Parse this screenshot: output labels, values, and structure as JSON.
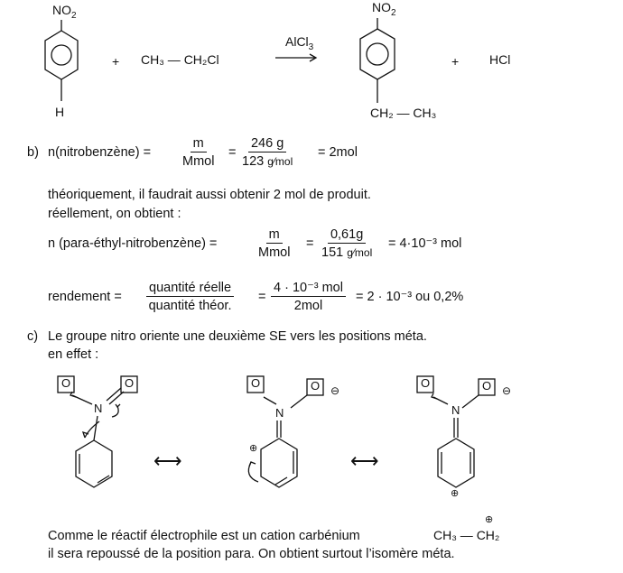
{
  "reaction": {
    "reactant_substituent_top": "NO",
    "reactant_substituent_top_sub": "2",
    "reactant_substituent_bottom": "H",
    "plus1": "+",
    "reagent": "CH₃ — CH₂Cl",
    "catalyst": "AlCl",
    "catalyst_sub": "3",
    "product_substituent_top": "NO",
    "product_substituent_top_sub": "2",
    "product_substituent_bottom": "CH₂ — CH₃",
    "plus2": "+",
    "byproduct": "HCl"
  },
  "part_b": {
    "label": "b)",
    "n_label": "n(nitrobenzène) =",
    "f1_num": "m",
    "f1_den": "Mmol",
    "eq1": "=",
    "f2_num": "246 g",
    "f2_den": "123",
    "f2_den_unit": "g⁄mol",
    "result1": "= 2mol",
    "line1": "théoriquement, il faudrait aussi obtenir 2 mol de produit.",
    "line2": "réellement, on obtient :",
    "n2_label": "n (para-éthyl-nitrobenzène) =",
    "f3_num": "m",
    "f3_den": "Mmol",
    "eq2": "=",
    "f4_num": "0,61g",
    "f4_den": "151",
    "f4_den_unit": "g⁄mol",
    "result2": "= 4·10⁻³ mol",
    "rend_label": "rendement =",
    "f5_num": "quantité réelle",
    "f5_den": "quantité théor.",
    "eq3": "=",
    "f6_num": "4 · 10⁻³ mol",
    "f6_den": "2mol",
    "result3": "= 2 · 10⁻³   ou 0,2%"
  },
  "part_c": {
    "label": "c)",
    "line1": "Le groupe nitro oriente une deuxième SE vers les positions méta.",
    "line2": "en effet :",
    "atom_N": "N",
    "atom_O": "O",
    "minus": "⊖",
    "plus": "⊕",
    "res_arrow": "⟷",
    "concl1": "Comme le réactif électrophile est un cation carbénium",
    "cation": "CH₃ — CH₂",
    "cation_charge": "⊕",
    "concl2": "il sera repoussé de la position para. On obtient surtout l’isomère méta."
  }
}
